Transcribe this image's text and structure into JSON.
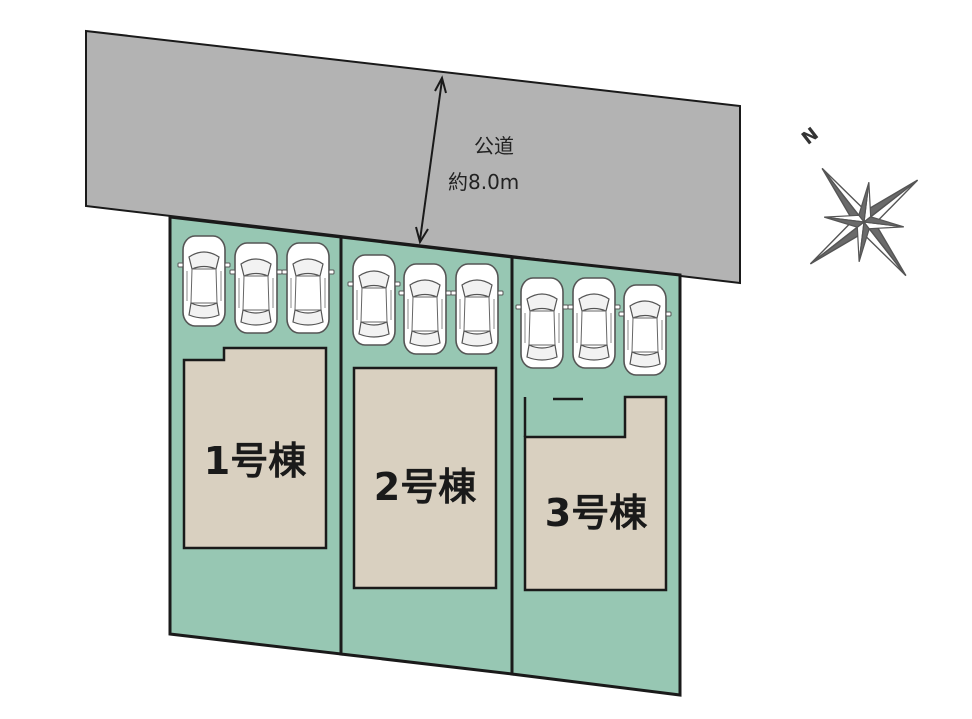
{
  "road": {
    "line1": "公道",
    "line2": "約8.0m"
  },
  "houses": [
    {
      "label": "1号棟",
      "parking_spaces": 3
    },
    {
      "label": "2号棟",
      "parking_spaces": 3
    },
    {
      "label": "3号棟",
      "parking_spaces": 3
    }
  ],
  "compass": {
    "north_label": "N"
  },
  "colors": {
    "road": "#b3b3b3",
    "lot": "#97c7b3",
    "building": "#d9d0c0",
    "outline": "#1a1a1a",
    "car": "#ffffff"
  }
}
